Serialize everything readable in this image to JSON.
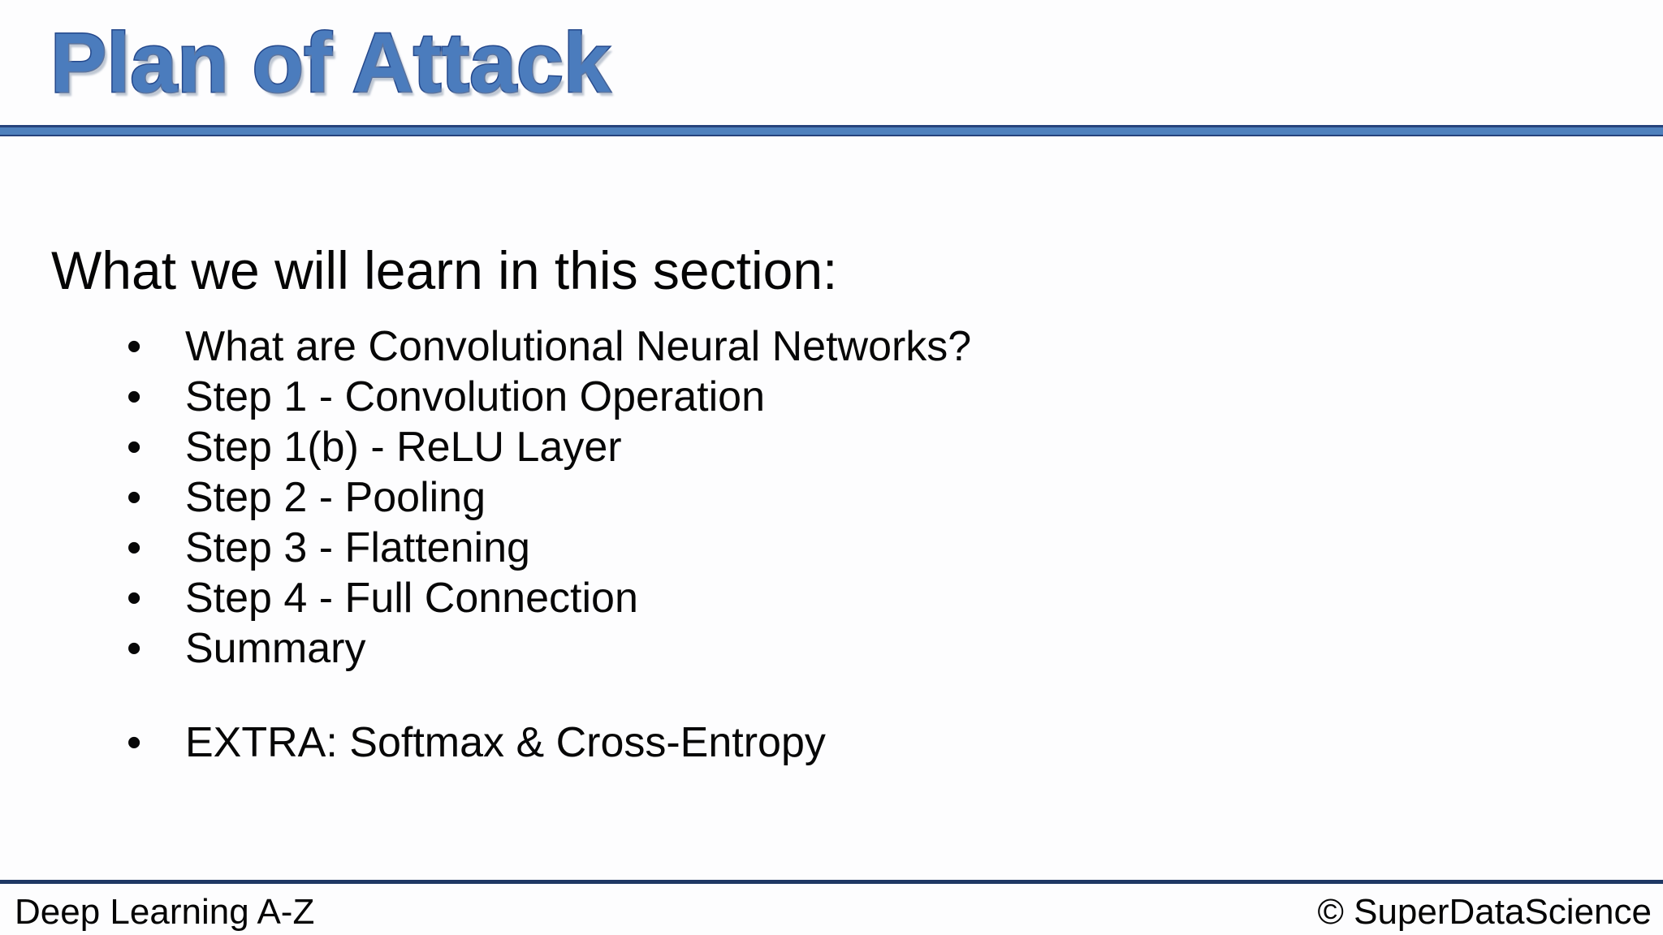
{
  "slide": {
    "title": "Plan of Attack",
    "heading": "What we will learn in this section:",
    "bullet_glyph": "•",
    "bullets": [
      "What are Convolutional Neural Networks?",
      "Step 1 - Convolution Operation",
      "Step 1(b) - ReLU Layer",
      "Step 2 - Pooling",
      "Step 3 - Flattening",
      "Step 4 - Full Connection",
      "Summary"
    ],
    "extra_bullet": "EXTRA: Softmax & Cross-Entropy",
    "footer": {
      "left": "Deep Learning A-Z",
      "right": "© SuperDataScience"
    },
    "colors": {
      "title_fill": "#4b7cbd",
      "title_outline": "#24488c",
      "divider_fill": "#4f81bd",
      "divider_edge": "#26437c",
      "footer_line": "#1f3864",
      "body_text": "#060606",
      "background": "#fdfdfe"
    }
  }
}
